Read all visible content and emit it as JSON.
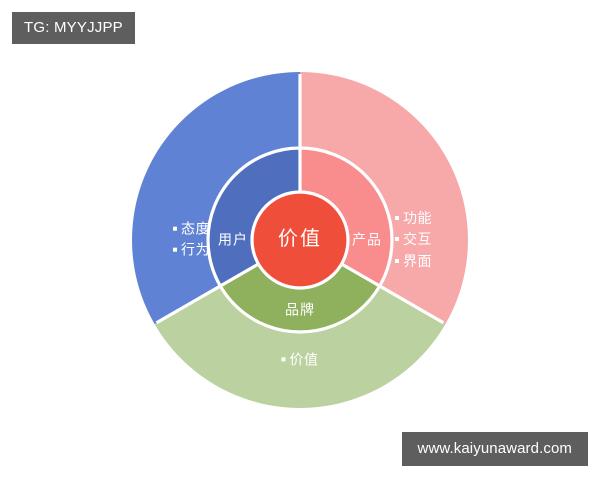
{
  "badges": {
    "channel_tag": "TG: MYYJJPP",
    "watermark": "www.kaiyunaward.com"
  },
  "chart_data": {
    "type": "pie",
    "title": "",
    "subtitle": "",
    "xlabel": "",
    "ylabel": "",
    "legend_position": "none",
    "grid": false,
    "shape": "concentric-donut",
    "center_label": "价值",
    "center_color": "#ef4f3a",
    "rings": [
      {
        "name": "inner-ring",
        "radius_inner": 48,
        "radius_outer": 92,
        "segments": [
          {
            "label": "用户",
            "value": 33.3,
            "start_angle": 180,
            "end_angle": 300,
            "color": "#4f6fbe"
          },
          {
            "label": "产品",
            "value": 33.3,
            "start_angle": 0,
            "end_angle": 120,
            "color": "#f98d8d"
          },
          {
            "label": "品牌",
            "value": 33.3,
            "start_angle": 120,
            "end_angle": 180,
            "color": "#8fb15e"
          }
        ]
      },
      {
        "name": "outer-ring",
        "radius_inner": 92,
        "radius_outer": 168,
        "segments": [
          {
            "label": "用户",
            "value": 33.3,
            "color": "#6082d4",
            "items": [
              "态度",
              "行为"
            ]
          },
          {
            "label": "产品",
            "value": 33.3,
            "color": "#f7a8a8",
            "items": [
              "功能",
              "交互",
              "界面"
            ]
          },
          {
            "label": "品牌",
            "value": 33.3,
            "color": "#bcd1a0",
            "items": [
              "价值"
            ]
          }
        ]
      }
    ],
    "colors": {
      "blue_outer": "#6082d4",
      "blue_inner": "#4f6fbe",
      "pink_outer": "#f7a8a8",
      "pink_inner": "#f98d8d",
      "green_outer": "#bcd1a0",
      "green_inner": "#8fb15e",
      "center_red": "#ef4f3a",
      "divider": "#ffffff",
      "badge_gray": "#5e5e5e",
      "background": "#ffffff"
    }
  },
  "labels": {
    "center": "价值",
    "inner": {
      "user": "用户",
      "product": "产品",
      "brand": "品牌"
    },
    "outer": {
      "user_item_1": "态度",
      "user_item_2": "行为",
      "product_item_1": "功能",
      "product_item_2": "交互",
      "product_item_3": "界面",
      "brand_item_1": "价值"
    }
  }
}
